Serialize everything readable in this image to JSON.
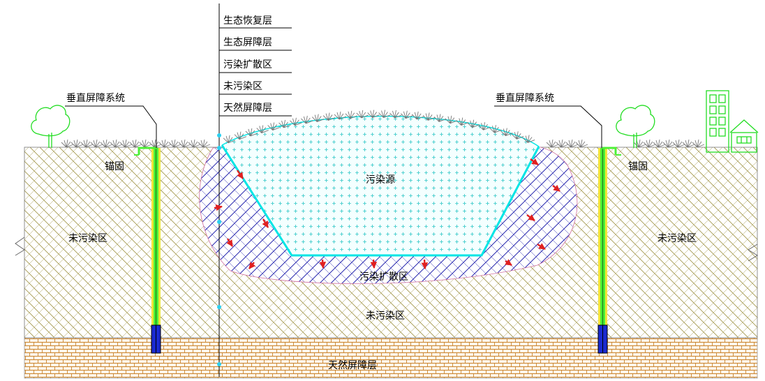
{
  "legend": {
    "items": [
      "生态恢复层",
      "生态屏障层",
      "污染扩散区",
      "未污染区",
      "天然屏障层"
    ]
  },
  "labels": {
    "barrier_left": "垂直屏障系统",
    "barrier_right": "垂直屏障系统",
    "anchor_left": "锚固",
    "anchor_right": "锚固",
    "source": "污染源",
    "diffusion_zone": "污染扩散区",
    "clean_left": "未污染区",
    "clean_right": "未污染区",
    "clean_bottom": "未污染区",
    "natural_barrier": "天然屏障层"
  },
  "colors": {
    "soil_hatch": "#a59a50",
    "clay_hatch": "#c9842d",
    "diffusion_hatch": "#2a2ab0",
    "source_mark": "#30c8c8",
    "source_outline": "#00e5e5",
    "barrier_green": "#4df035",
    "barrier_yellow": "#f2e63a",
    "arrow_red": "#e02020",
    "tree_green": "#22dd22",
    "grass": "#777777"
  }
}
